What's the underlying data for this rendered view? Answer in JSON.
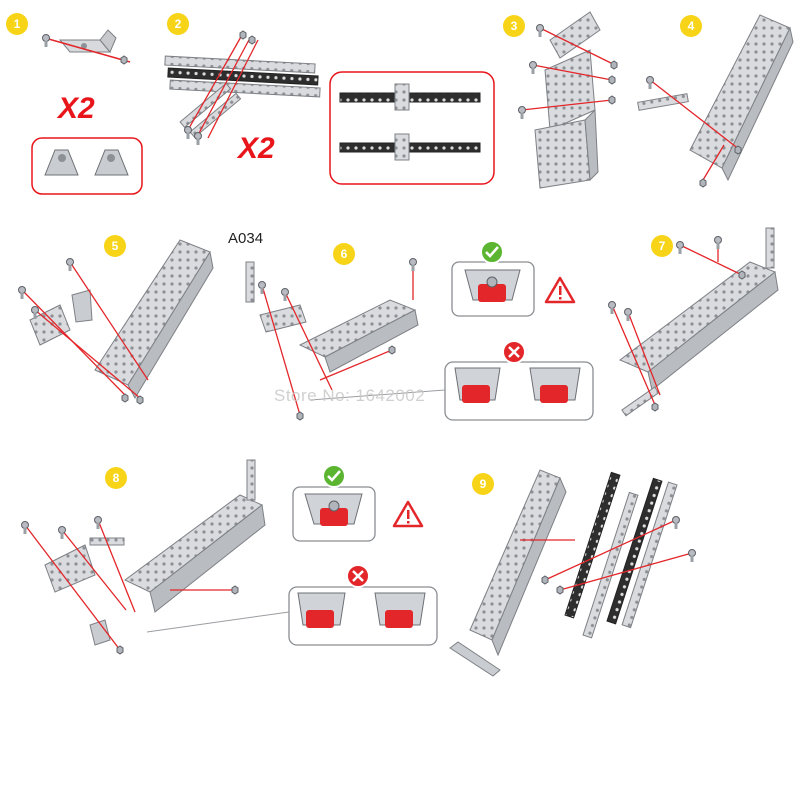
{
  "steps": [
    {
      "number": "1",
      "multiplier": "X2"
    },
    {
      "number": "2",
      "multiplier": "X2"
    },
    {
      "number": "3"
    },
    {
      "number": "4"
    },
    {
      "number": "5"
    },
    {
      "number": "6",
      "part_code": "A034"
    },
    {
      "number": "7"
    },
    {
      "number": "8"
    },
    {
      "number": "9"
    }
  ],
  "watermark": "Store No: 1642002",
  "colors": {
    "badge": "#f7d417",
    "multiplier": "#e8151b",
    "guide_line": "#e3262a",
    "panel_border": "#e8151b",
    "metal_fill": "#d7d9dc",
    "metal_stroke": "#7d8085",
    "dark_strip": "#2b2b2b",
    "correct": "#5bb531",
    "wrong": "#e3262a",
    "warning": "#e3262a"
  },
  "icons": [
    "check-icon",
    "cross-icon",
    "warning-icon",
    "step-badge-icon",
    "screw-icon",
    "nut-icon"
  ]
}
